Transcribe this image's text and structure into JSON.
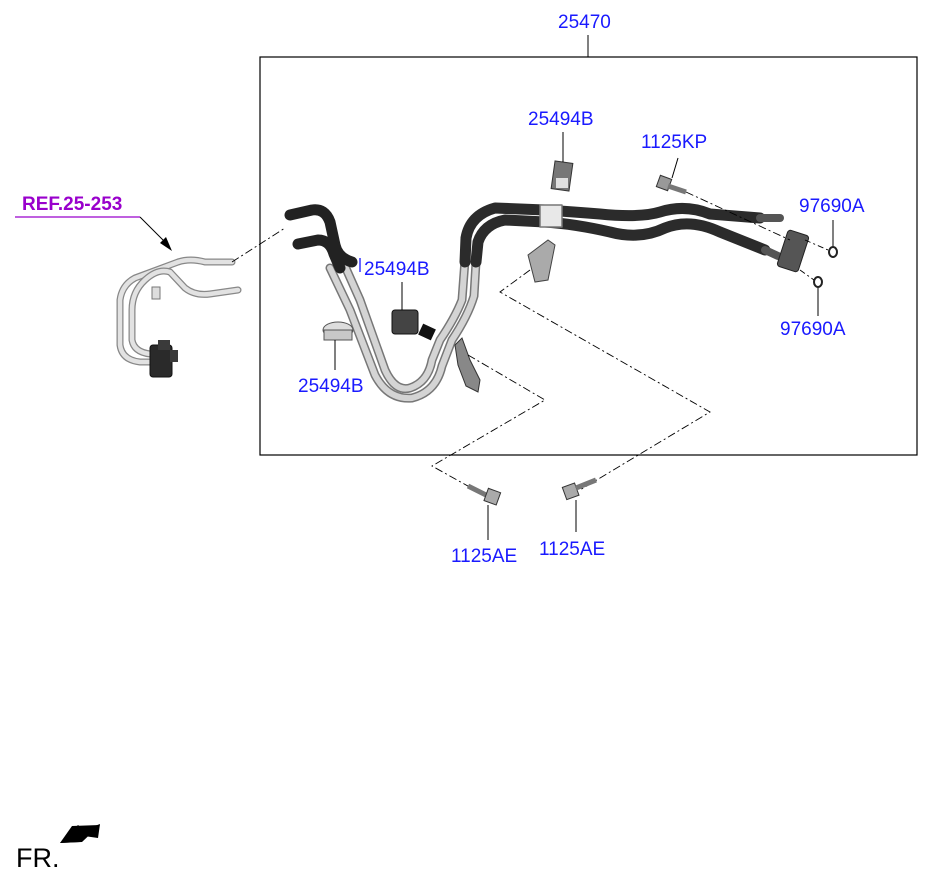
{
  "diagram": {
    "assembly_label": "25470",
    "reference_label": "REF.25-253",
    "front_indicator": "FR.",
    "callouts": [
      {
        "id": "clip_top",
        "text": "25494B"
      },
      {
        "id": "bolt_kp",
        "text": "1125KP"
      },
      {
        "id": "oring_top",
        "text": "97690A"
      },
      {
        "id": "clip_mid",
        "text": "25494B"
      },
      {
        "id": "oring_bottom",
        "text": "97690A"
      },
      {
        "id": "clip_left",
        "text": "25494B"
      },
      {
        "id": "bolt_ae_left",
        "text": "1125AE"
      },
      {
        "id": "bolt_ae_right",
        "text": "1125AE"
      }
    ],
    "colors": {
      "callout_text": "#1a1aff",
      "reference_text": "#9900cc",
      "hose": "#3a3a3a",
      "tube": "#c8c8c8",
      "frame": "#000000"
    }
  }
}
